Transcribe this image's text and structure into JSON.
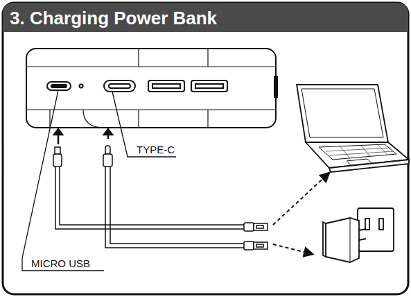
{
  "diagram": {
    "title": "3. Charging Power Bank",
    "labels": [
      "TYPE-C",
      "MICRO USB"
    ]
  }
}
